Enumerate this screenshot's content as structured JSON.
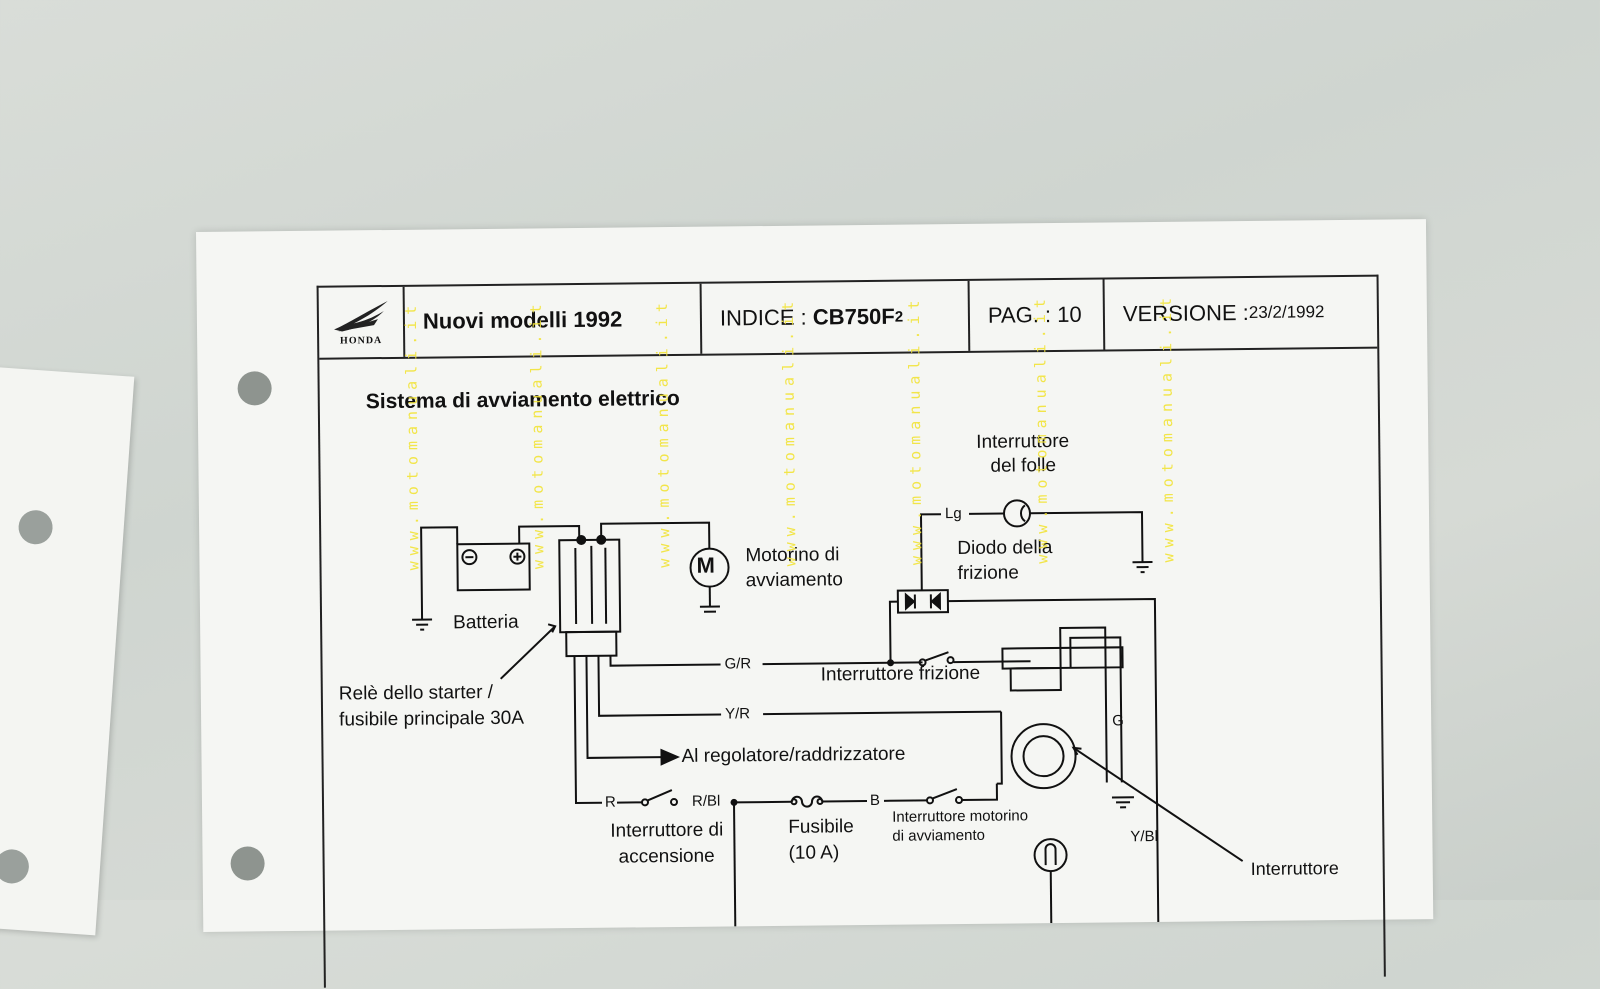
{
  "header": {
    "logo_brand": "HONDA",
    "title": "Nuovi modelli 1992",
    "index_prefix": "INDICE :",
    "index_model": "CB750F",
    "index_sub": "2",
    "page_label": "PAG. : 10",
    "version_label": "VERSIONE :",
    "version_date": "23/2/1992"
  },
  "section_title": "Sistema di avviamento elettrico",
  "labels": {
    "battery": "Batteria",
    "relay_line1": "Relè dello starter /",
    "relay_line2": "fusibile principale 30A",
    "motor_line1": "Motorino di",
    "motor_line2": "avviamento",
    "motor_symbol": "M",
    "neutral_line1": "Interruttore",
    "neutral_line2": "del folle",
    "diode_line1": "Diodo della",
    "diode_line2": "frizione",
    "clutch_switch": "Interruttore frizione",
    "regulator": "Al regolatore/raddrizzatore",
    "ignition_line1": "Interruttore di",
    "ignition_line2": "accensione",
    "fuse_line1": "Fusibile",
    "fuse_line2": "(10 A)",
    "starter_switch_line1": "Interruttore motorino",
    "starter_switch_line2": "di avviamento",
    "interrupter_partial": "Interruttore"
  },
  "wire_codes": {
    "lg": "Lg",
    "gr": "G/R",
    "yr": "Y/R",
    "r": "R",
    "rbl": "R/Bl",
    "b": "B",
    "g": "G",
    "ybl": "Y/Bl"
  },
  "watermark": "www.motomanuali.it"
}
